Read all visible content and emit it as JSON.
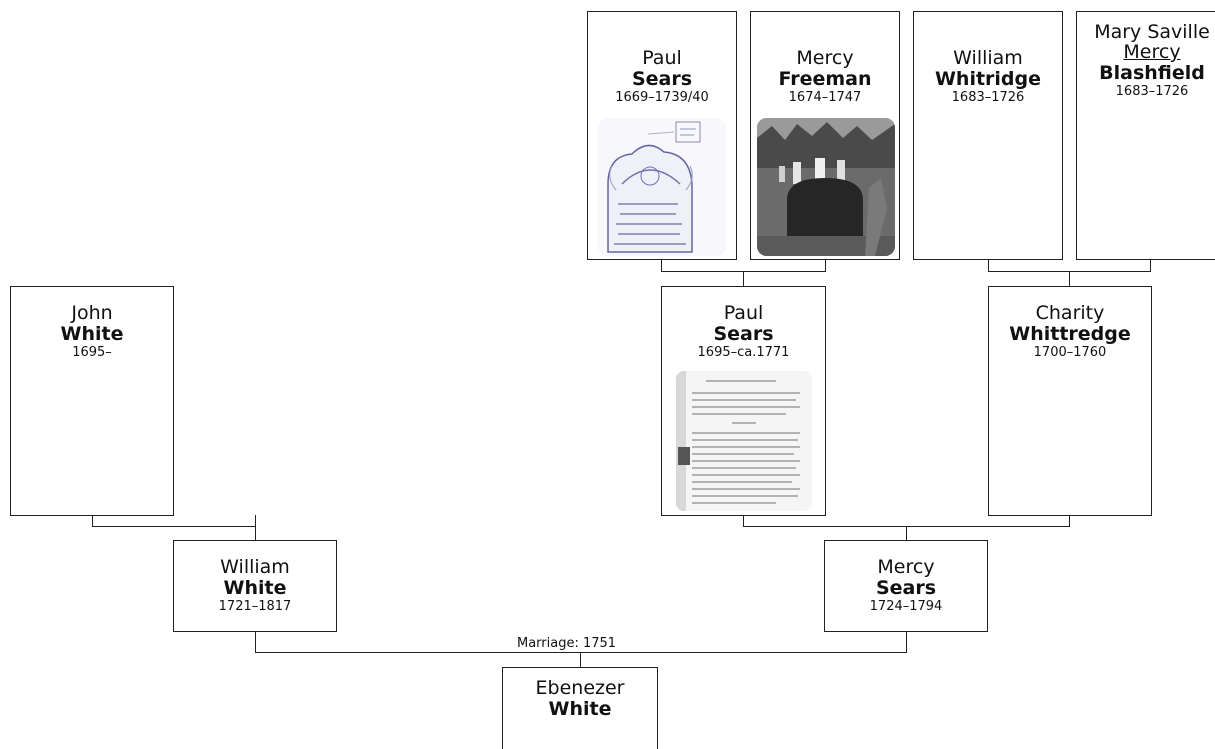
{
  "people": {
    "john_white": {
      "first": "John",
      "last": "White",
      "dates": "1695–"
    },
    "william_white": {
      "first": "William",
      "last": "White",
      "dates": "1721–1817"
    },
    "mercy_sears": {
      "first": "Mercy",
      "last": "Sears",
      "dates": "1724–1794"
    },
    "paul_sears_jr": {
      "first": "Paul",
      "last": "Sears",
      "dates": "1695–ca.1771"
    },
    "charity_whittredge": {
      "first": "Charity",
      "last": "Whittredge",
      "dates": "1700–1760"
    },
    "paul_sears_sr": {
      "first": "Paul",
      "last": "Sears",
      "dates": "1669–1739/40"
    },
    "mercy_freeman": {
      "first": "Mercy",
      "last": "Freeman",
      "dates": "1674–1747"
    },
    "william_whitridge": {
      "first": "William",
      "last": "Whitridge",
      "dates": "1683–1726"
    },
    "mary_blashfield": {
      "first": "Mary Saville",
      "alt_first": "Mercy",
      "last": "Blashfield",
      "dates": "1683–1726"
    },
    "ebenezer_white": {
      "first": "Ebenezer",
      "last": "White"
    }
  },
  "marriage_label": "Marriage: 1751",
  "photos": {
    "paul_sears_sr": "gravestone-sketch",
    "mercy_freeman": "gravestone-photo",
    "paul_sears_jr": "document-page"
  }
}
